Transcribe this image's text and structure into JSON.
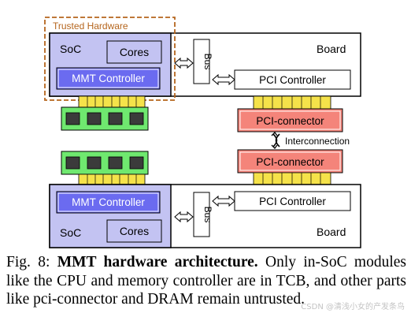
{
  "diagram": {
    "trusted_hardware_label": "Trusted Hardware",
    "top": {
      "soc_label": "SoC",
      "cores_label": "Cores",
      "mmt_label": "MMT Controller",
      "bus_label": "Bus",
      "board_label": "Board",
      "pci_controller_label": "PCI Controller",
      "pci_connector_label": "PCI-connector"
    },
    "interconnection_label": "Interconnection",
    "bottom": {
      "soc_label": "SoC",
      "cores_label": "Cores",
      "mmt_label": "MMT Controller",
      "bus_label": "Bus",
      "board_label": "Board",
      "pci_controller_label": "PCI Controller",
      "pci_connector_label": "PCI-connector"
    },
    "colors": {
      "soc_fill": "#c3c3f2",
      "mmt_fill": "#6b6bf0",
      "pci_connector_fill": "#f4847a",
      "dram_fill": "#6fe86f",
      "dram_chip": "#3b3b3b",
      "pins_fill": "#f5e24a",
      "trusted_border": "#b5651d"
    }
  },
  "caption": {
    "fig_label": "Fig. 8:",
    "title": "MMT hardware architecture.",
    "body": "Only in-SoC modules like the CPU and memory controller are in TCB, and other parts like pci-connector and DRAM remain untrusted."
  },
  "watermark": "CSDN @清浅小女的产发条鸟"
}
